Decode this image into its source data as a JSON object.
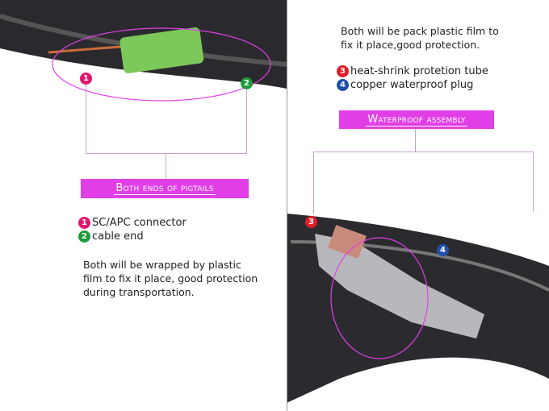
{
  "left": {
    "title": "Both ends of pigtails",
    "items": [
      {
        "num": "1",
        "label": "SC/APC connector",
        "color": "#e0166e"
      },
      {
        "num": "2",
        "label": "cable end",
        "color": "#1f9a3c"
      }
    ],
    "description": [
      "Both will be wrapped by plastic",
      "film to fix it place, good protection",
      "during transportation."
    ]
  },
  "right": {
    "description": [
      "Both will be pack plastic film to",
      "fix it place,good protection."
    ],
    "items": [
      {
        "num": "3",
        "label": "heat-shrink protetion tube",
        "color": "#e21b2a"
      },
      {
        "num": "4",
        "label": "copper waterproof plug",
        "color": "#1f4fa8"
      }
    ],
    "title": "Waterproof assembly"
  },
  "accent": "#e23ee8"
}
